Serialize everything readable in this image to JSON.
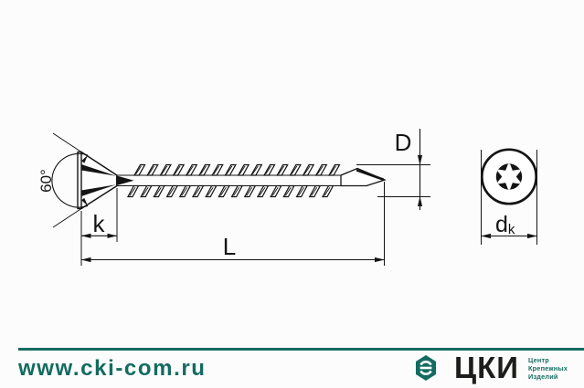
{
  "drawing": {
    "labels": {
      "angle": "60°",
      "head_height": "k",
      "length": "L",
      "thread_diameter": "D",
      "head_diameter_main": "d",
      "head_diameter_sub": "k"
    }
  },
  "footer": {
    "website": "www.cki-com.ru",
    "logo": {
      "abbr": "ЦКИ",
      "tagline": [
        "Центр",
        "Крепежных",
        "Изделий"
      ]
    },
    "accent_color": "#146b60"
  },
  "colors": {
    "line": "#141414",
    "background": "#fcfcfc"
  }
}
